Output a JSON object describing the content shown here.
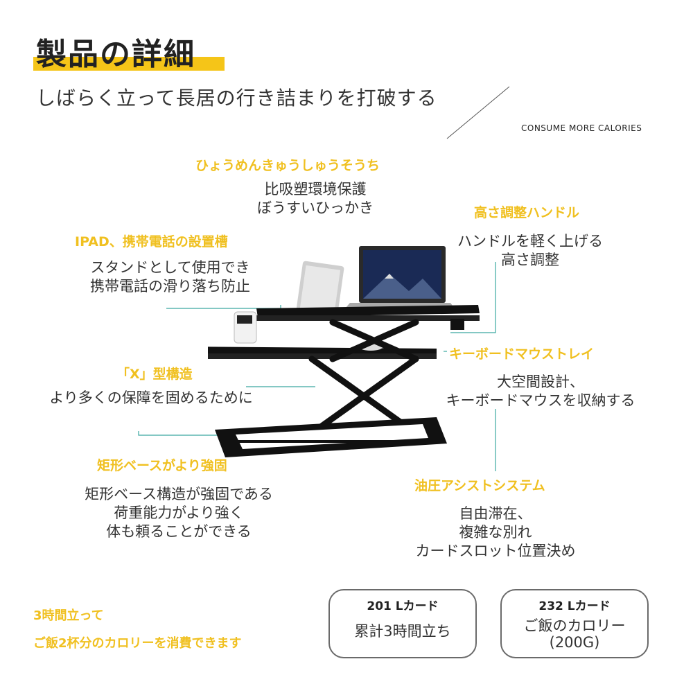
{
  "header": {
    "title": "製品の詳細",
    "subtitle": "しばらく立って長居の行き詰まりを打破する",
    "tagline": "CONSUME MORE CALORIES"
  },
  "features": {
    "surface": {
      "title": "ひょうめんきゅうしゅうそうち",
      "desc": [
        "比吸塑環境保護",
        "ぼうすいひっかき"
      ]
    },
    "handle": {
      "title": "高さ調整ハンドル",
      "desc": [
        "ハンドルを軽く上げる",
        "高さ調整"
      ]
    },
    "ipad": {
      "title": "IPAD、携帯電話の設置槽",
      "desc": [
        "スタンドとして使用でき",
        "携帯電話の滑り落ち防止"
      ]
    },
    "keyboard": {
      "title": "キーボードマウストレイ",
      "desc": [
        "大空間設計、",
        "キーボードマウスを収納する"
      ]
    },
    "xframe": {
      "title": "「X」型構造",
      "desc": [
        "より多くの保障を固めるために"
      ]
    },
    "base": {
      "title": "矩形ベースがより強固",
      "desc": [
        "矩形ベース構造が強固である",
        "荷重能力がより強く",
        "体も頼ることができる"
      ]
    },
    "hydraulic": {
      "title": "油圧アシストシステム",
      "desc": [
        "自由滞在、",
        "複雑な別れ",
        "カードスロット位置決め"
      ]
    }
  },
  "promo": {
    "line1": "3時間立って",
    "line2": "ご飯2杯分のカロリーを消費できます"
  },
  "cards": [
    {
      "title": "201 Lカード",
      "body": [
        "累計3時間立ち"
      ]
    },
    {
      "title": "232 Lカード",
      "body": [
        "ご飯のカロリー",
        "(200G)"
      ]
    }
  ],
  "colors": {
    "accent": "#f5c518",
    "feature_title": "#f0c020",
    "callout_line": "#3aa8a0",
    "desk": "#111111"
  }
}
